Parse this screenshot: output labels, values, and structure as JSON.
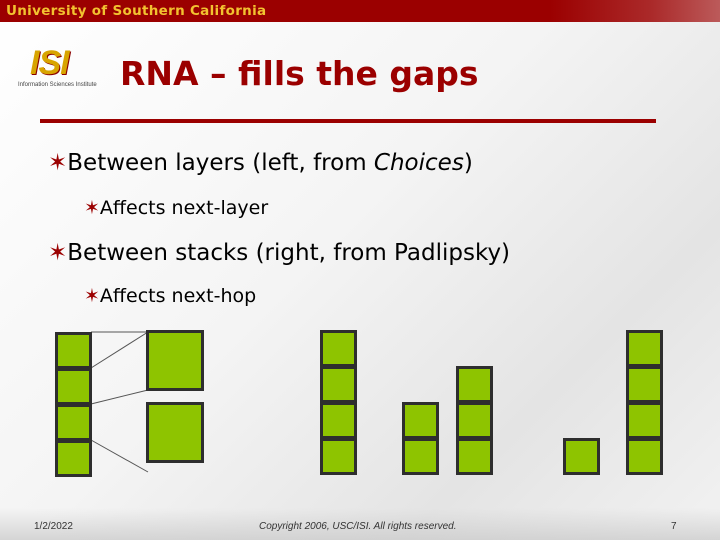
{
  "header": {
    "university": "University of Southern California"
  },
  "logo": {
    "mark": "ISI",
    "subtitle": "Information Sciences Institute"
  },
  "slide": {
    "title": "RNA – fills the gaps",
    "bullets": [
      {
        "star": "✶",
        "text_before": "Between layers (left, from ",
        "text_em": "Choices",
        "text_after": ")",
        "sub": {
          "star": "✶",
          "text": "Affects next-layer"
        }
      },
      {
        "star": "✶",
        "text": "Between stacks (right, from Padlipsky)",
        "sub": {
          "star": "✶",
          "text": "Affects next-hop"
        }
      }
    ]
  },
  "diagram": {
    "box_color": "#8ec400",
    "border_color": "#2e2e2e"
  },
  "footer": {
    "date": "1/2/2022",
    "copyright": "Copyright 2006, USC/ISI. All rights reserved.",
    "page": "7"
  },
  "colors": {
    "accent": "#9b0000",
    "header_text": "#f2c230"
  }
}
